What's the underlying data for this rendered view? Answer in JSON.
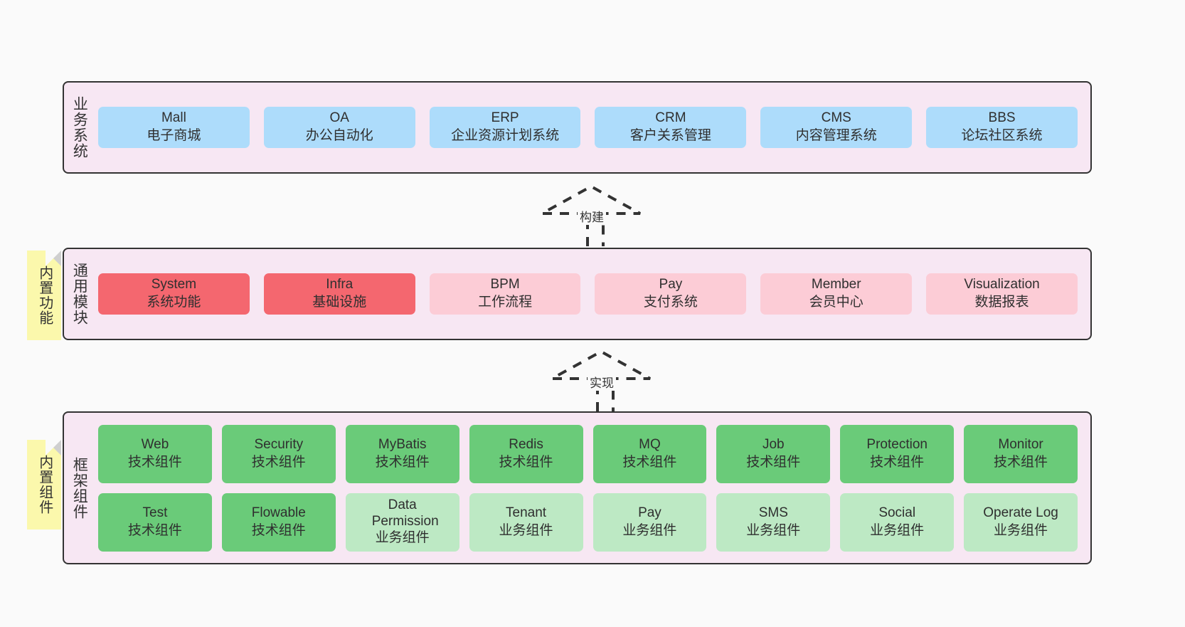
{
  "diagram": {
    "background_color": "#fafafa",
    "panel_color": "#f7e7f3",
    "note_color": "#fbf8ac",
    "colors": {
      "business_system": "#addcfb",
      "module_core": "#f4676f",
      "module_optional": "#fcccd6",
      "tech_component": "#6acb79",
      "business_component": "#bde9c4"
    }
  },
  "layers": {
    "business": {
      "title": "业务系统",
      "items": [
        {
          "name": "Mall",
          "desc": "电子商城",
          "style": "blue"
        },
        {
          "name": "OA",
          "desc": "办公自动化",
          "style": "blue"
        },
        {
          "name": "ERP",
          "desc": "企业资源计划系统",
          "style": "blue"
        },
        {
          "name": "CRM",
          "desc": "客户关系管理",
          "style": "blue"
        },
        {
          "name": "CMS",
          "desc": "内容管理系统",
          "style": "blue"
        },
        {
          "name": "BBS",
          "desc": "论坛社区系统",
          "style": "blue"
        }
      ]
    },
    "module": {
      "title": "通用模块",
      "note": "内置功能",
      "items": [
        {
          "name": "System",
          "desc": "系统功能",
          "style": "red"
        },
        {
          "name": "Infra",
          "desc": "基础设施",
          "style": "red"
        },
        {
          "name": "BPM",
          "desc": "工作流程",
          "style": "pink"
        },
        {
          "name": "Pay",
          "desc": "支付系统",
          "style": "pink"
        },
        {
          "name": "Member",
          "desc": "会员中心",
          "style": "pink"
        },
        {
          "name": "Visualization",
          "desc": "数据报表",
          "style": "pink"
        }
      ]
    },
    "framework": {
      "title": "框架组件",
      "note": "内置组件",
      "row1": [
        {
          "name": "Web",
          "desc": "技术组件",
          "style": "green"
        },
        {
          "name": "Security",
          "desc": "技术组件",
          "style": "green"
        },
        {
          "name": "MyBatis",
          "desc": "技术组件",
          "style": "green"
        },
        {
          "name": "Redis",
          "desc": "技术组件",
          "style": "green"
        },
        {
          "name": "MQ",
          "desc": "技术组件",
          "style": "green"
        },
        {
          "name": "Job",
          "desc": "技术组件",
          "style": "green"
        },
        {
          "name": "Protection",
          "desc": "技术组件",
          "style": "green"
        },
        {
          "name": "Monitor",
          "desc": "技术组件",
          "style": "green"
        }
      ],
      "row2": [
        {
          "name": "Test",
          "desc": "技术组件",
          "style": "green"
        },
        {
          "name": "Flowable",
          "desc": "技术组件",
          "style": "green"
        },
        {
          "name": "Data Permission",
          "desc": "业务组件",
          "style": "lgreen"
        },
        {
          "name": "Tenant",
          "desc": "业务组件",
          "style": "lgreen"
        },
        {
          "name": "Pay",
          "desc": "业务组件",
          "style": "lgreen"
        },
        {
          "name": "SMS",
          "desc": "业务组件",
          "style": "lgreen"
        },
        {
          "name": "Social",
          "desc": "业务组件",
          "style": "lgreen"
        },
        {
          "name": "Operate Log",
          "desc": "业务组件",
          "style": "lgreen"
        }
      ]
    }
  },
  "connectors": [
    {
      "label": "构建"
    },
    {
      "label": "实现"
    }
  ]
}
